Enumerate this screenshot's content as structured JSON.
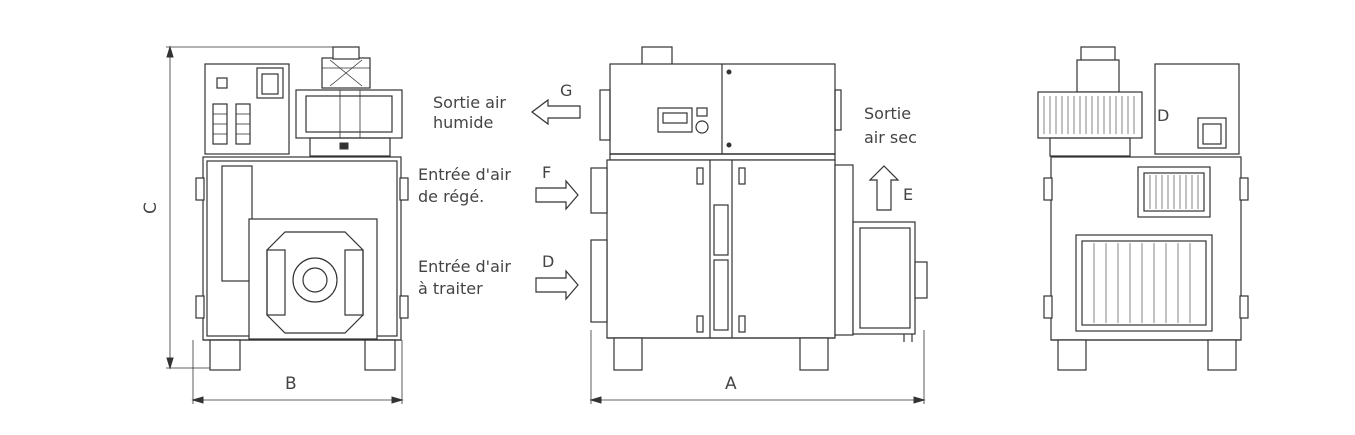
{
  "labels": {
    "outlet_wet_1": "Sortie air",
    "outlet_wet_2": "humide",
    "outlet_wet_letter": "G",
    "inlet_regen_1": "Entrée d'air",
    "inlet_regen_2": "de régé.",
    "inlet_regen_letter": "F",
    "inlet_process_1": "Entrée d'air",
    "inlet_process_2": "à traiter",
    "inlet_process_letter": "D",
    "outlet_dry_1": "Sortie",
    "outlet_dry_2": "air sec",
    "outlet_dry_letter": "E",
    "rear_letter": "D"
  },
  "dimensions": {
    "height": "C",
    "width": "B",
    "length": "A"
  }
}
